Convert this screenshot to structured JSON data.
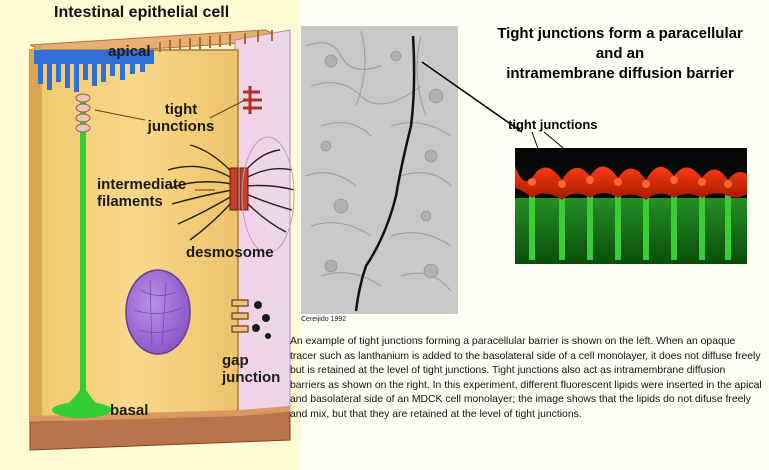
{
  "left_diagram": {
    "title": "Intestinal epithelial cell",
    "labels": {
      "apical": "apical",
      "tight_junctions": "tight\njunctions",
      "intermediate_filaments": "intermediate\nfilaments",
      "desmosome": "desmosome",
      "gap_junction": "gap\njunction",
      "basal": "basal"
    }
  },
  "right_panel": {
    "title": "Tight junctions form a paracellular and an intramembrane diffusion barrier",
    "title_lines": [
      "Tight junctions form a paracellular",
      "and an",
      "intramembrane diffusion barrier"
    ],
    "micrograph_credit": "Cereijido 1992",
    "fluorescence_label": "tight junctions",
    "caption": "An example of tight junctions forming a paracellular barrier is shown on the left.  When an opaque tracer such as lanthanium is added to the basolateral side of a cell monolayer, it does not diffuse freely but is retained at the level of tight junctions. Tight junctions also act as intramembrane diffusion barriers as shown on the right.  In this experiment, different fluorescent lipids were inserted in the apical and basolateral side of an MDCK cell monolayer; the image shows that the lipids do not difuse freely and mix, but that they are retained at the level of tight junctions."
  },
  "colors": {
    "cytoplasm": "#f5d080",
    "apical_blue": "#2f6fd6",
    "tracer_green": "#33cc33",
    "basement": "#b8744a",
    "nucleus": "#9a6ad0",
    "fluor_red": "#ff2a10",
    "fluor_green": "#1ea81e"
  }
}
